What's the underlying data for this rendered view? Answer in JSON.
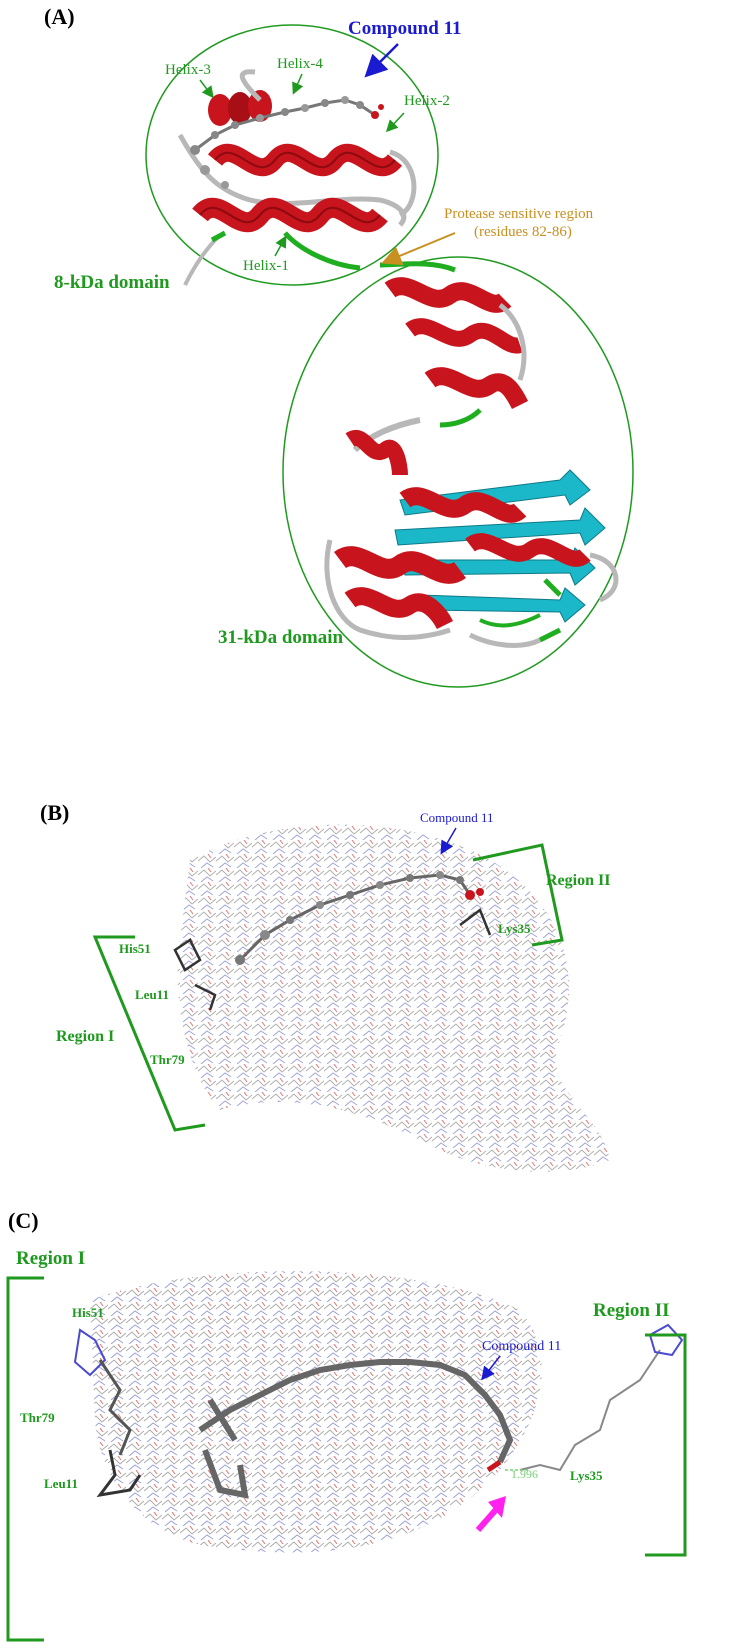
{
  "panels": {
    "a": {
      "label": "(A)",
      "compound": "Compound 11",
      "helix3": "Helix-3",
      "helix4": "Helix-4",
      "helix2": "Helix-2",
      "helix1": "Helix-1",
      "protease_line1": "Protease sensitive region",
      "protease_line2": "(residues 82-86)",
      "domain8": "8-kDa domain",
      "domain31": "31-kDa domain"
    },
    "b": {
      "label": "(B)",
      "compound": "Compound 11",
      "region2": "Region II",
      "region1": "Region I",
      "his51": "His51",
      "leu11": "Leu11",
      "thr79": "Thr79",
      "lys35": "Lys35"
    },
    "c": {
      "label": "(C)",
      "region1": "Region I",
      "region2": "Region II",
      "compound": "Compound 11",
      "his51": "His51",
      "thr79": "Thr79",
      "leu11": "Leu11",
      "lys35": "Lys35",
      "distance": "1.996"
    }
  },
  "colors": {
    "helix": "#c8141c",
    "sheet": "#1ab8c8",
    "coil": "#b8b8b8",
    "turn": "#1fae1f",
    "label_green": "#1f9a1f",
    "compound_blue": "#1a1ad0",
    "protease_gold": "#c89020",
    "magenta": "#ff22ee"
  }
}
